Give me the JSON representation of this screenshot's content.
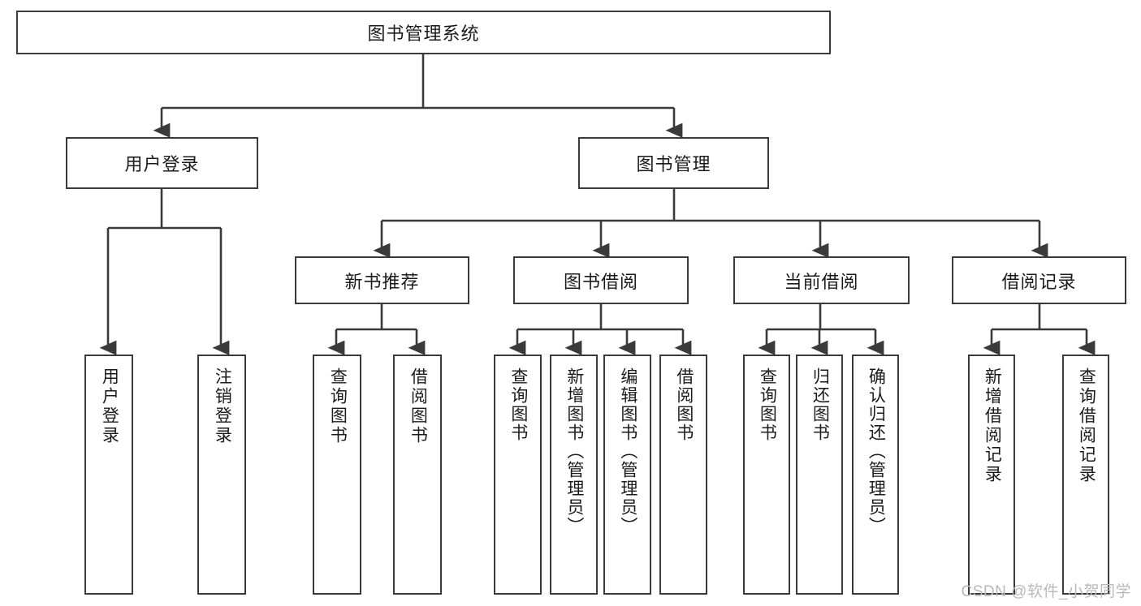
{
  "diagram": {
    "title_node": {
      "label": "图书管理系统"
    },
    "level2": [
      {
        "id": "user-login",
        "label": "用户登录"
      },
      {
        "id": "book-management",
        "label": "图书管理"
      }
    ],
    "level3": [
      {
        "id": "new-book-recommend",
        "label": "新书推荐"
      },
      {
        "id": "book-borrow",
        "label": "图书借阅"
      },
      {
        "id": "current-borrow",
        "label": "当前借阅"
      },
      {
        "id": "borrow-record",
        "label": "借阅记录"
      }
    ],
    "leaves": {
      "user_login": [
        {
          "id": "leaf-user-login",
          "label": "用户登录"
        },
        {
          "id": "leaf-logout-login",
          "label": "注销登录"
        }
      ],
      "new_book_recommend": [
        {
          "id": "leaf-query-book-1",
          "label": "查询图书"
        },
        {
          "id": "leaf-borrow-book-1",
          "label": "借阅图书"
        }
      ],
      "book_borrow": [
        {
          "id": "leaf-query-book-2",
          "label": "查询图书"
        },
        {
          "id": "leaf-add-book",
          "label": "新增图书（管理员）"
        },
        {
          "id": "leaf-edit-book",
          "label": "编辑图书（管理员）"
        },
        {
          "id": "leaf-borrow-book-2",
          "label": "借阅图书"
        }
      ],
      "current_borrow": [
        {
          "id": "leaf-query-book-3",
          "label": "查询图书"
        },
        {
          "id": "leaf-return-book",
          "label": "归还图书"
        },
        {
          "id": "leaf-confirm-return",
          "label": "确认归还（管理员）"
        }
      ],
      "borrow_record": [
        {
          "id": "leaf-add-borrow-record",
          "label": "新增借阅记录"
        },
        {
          "id": "leaf-query-borrow-record",
          "label": "查询借阅记录"
        }
      ]
    },
    "watermark": "CSDN @软件_小贺同学",
    "colors": {
      "stroke": "#3a3a3a",
      "fill": "#ffffff",
      "text": "#1b1b1b",
      "watermark": "#b9b9b9"
    }
  }
}
